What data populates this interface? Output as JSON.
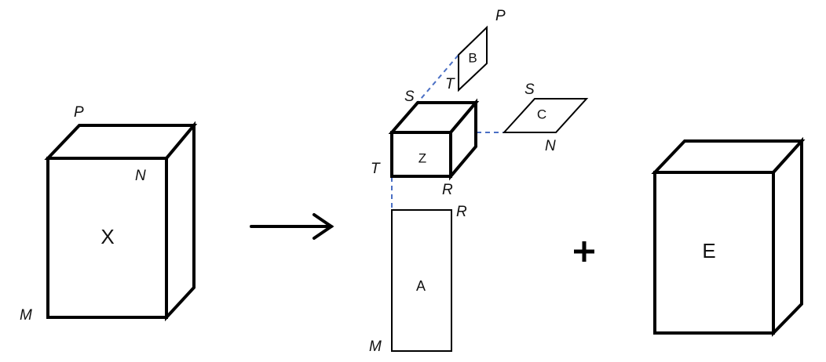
{
  "labels": {
    "tensor_x": "X",
    "core_z": "Z",
    "factor_a": "A",
    "factor_b": "B",
    "factor_c": "C",
    "residual_e": "E",
    "mode_p": "P",
    "mode_n": "N",
    "mode_m": "M",
    "rank_s": "S",
    "rank_t": "T",
    "rank_r": "R"
  },
  "colors": {
    "stroke": "#000000",
    "dashed_connector": "#4a6fc4",
    "background": "#ffffff"
  },
  "operators": {
    "arrow": "right-arrow-icon",
    "plus": "plus-icon"
  }
}
